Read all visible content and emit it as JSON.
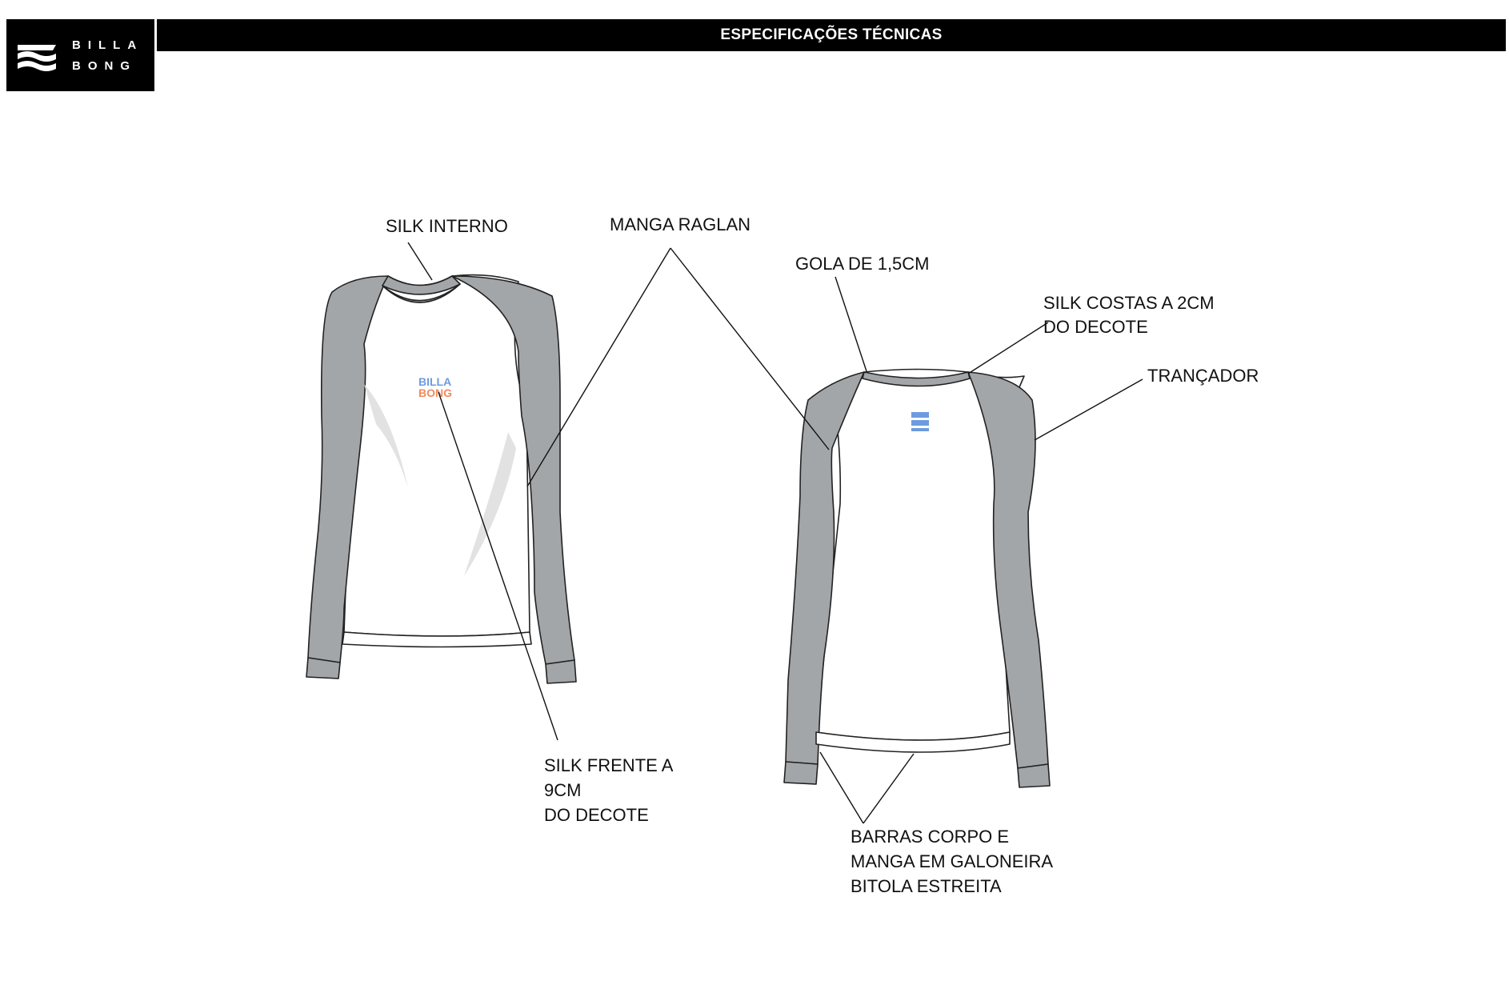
{
  "header": {
    "title": "ESPECIFICAÇÕES TÉCNICAS"
  },
  "logo": {
    "line1": "BILLA",
    "line2": "BONG",
    "icon": "billabong-wave-icon"
  },
  "front_view": {
    "print_line1": "BILLA",
    "print_line2": "BONG"
  },
  "callouts": {
    "silk_interno": "SILK INTERNO",
    "manga_raglan": "MANGA RAGLAN",
    "gola": "GOLA DE 1,5CM",
    "silk_costas_1": "SILK COSTAS A 2CM",
    "silk_costas_2": "DO DECOTE",
    "trancador": "TRANÇADOR",
    "silk_frente_1": "SILK FRENTE A",
    "silk_frente_2": "9CM",
    "silk_frente_3": "DO DECOTE",
    "barras_1": "BARRAS CORPO E",
    "barras_2": "MANGA EM GALONEIRA",
    "barras_3": "BITOLA ESTREITA"
  },
  "colors": {
    "sleeve_gray": "#a3a6a8",
    "outline": "#222222",
    "print_blue": "#6e9be0",
    "print_orange": "#f08a5d"
  }
}
